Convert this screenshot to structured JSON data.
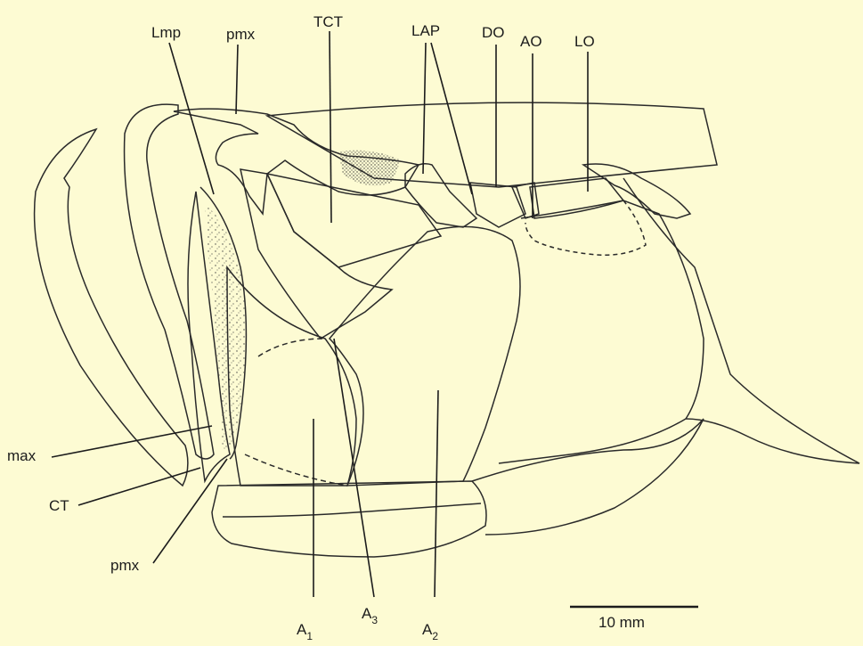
{
  "labels": {
    "lmp": "Lmp",
    "pmx_top": "pmx",
    "tct": "TCT",
    "lap": "LAP",
    "do": "DO",
    "ao": "AO",
    "lo": "LO",
    "max": "max",
    "ct": "CT",
    "pmx_bottom": "pmx",
    "a1": {
      "main": "A",
      "sub": "1"
    },
    "a3": {
      "main": "A",
      "sub": "3"
    },
    "a2": {
      "main": "A",
      "sub": "2"
    }
  },
  "scale_bar": {
    "label": "10 mm"
  },
  "colors": {
    "background": "#fdfbd3",
    "ink": "#1c1c1c"
  }
}
